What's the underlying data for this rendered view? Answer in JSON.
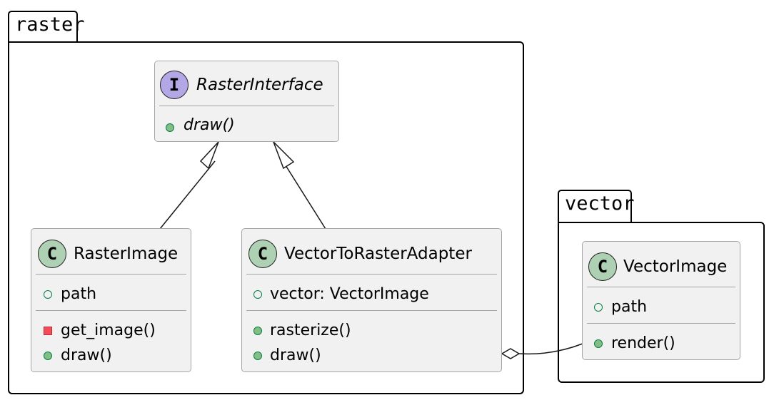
{
  "packages": {
    "raster": {
      "name": "raster"
    },
    "vector": {
      "name": "vector"
    }
  },
  "classes": {
    "raster_interface": {
      "stereotype_badge": "I",
      "name": "RasterInterface",
      "attributes": [],
      "methods": [
        {
          "visibility": "public",
          "text": "draw()"
        }
      ]
    },
    "raster_image": {
      "stereotype_badge": "C",
      "name": "RasterImage",
      "attributes": [
        {
          "visibility": "public",
          "text": "path"
        }
      ],
      "methods": [
        {
          "visibility": "private",
          "text": "get_image()"
        },
        {
          "visibility": "public",
          "text": "draw()"
        }
      ]
    },
    "adapter": {
      "stereotype_badge": "C",
      "name": "VectorToRasterAdapter",
      "attributes": [
        {
          "visibility": "public",
          "text": "vector: VectorImage"
        }
      ],
      "methods": [
        {
          "visibility": "public",
          "text": "rasterize()"
        },
        {
          "visibility": "public",
          "text": "draw()"
        }
      ]
    },
    "vector_image": {
      "stereotype_badge": "C",
      "name": "VectorImage",
      "attributes": [
        {
          "visibility": "public",
          "text": "path"
        }
      ],
      "methods": [
        {
          "visibility": "public",
          "text": "render()"
        }
      ]
    }
  },
  "relations": [
    {
      "from": "RasterImage",
      "to": "RasterInterface",
      "type": "realization"
    },
    {
      "from": "VectorToRasterAdapter",
      "to": "RasterInterface",
      "type": "realization"
    },
    {
      "from": "VectorToRasterAdapter",
      "to": "VectorImage",
      "type": "aggregation"
    }
  ],
  "colors": {
    "class_fill": "#f1f1f1",
    "class_border": "#a6a6a6",
    "class_badge": "#add1b2",
    "interface_badge": "#b4a7e5",
    "public_icon": "#84be84",
    "private_icon": "#f24d5c"
  }
}
